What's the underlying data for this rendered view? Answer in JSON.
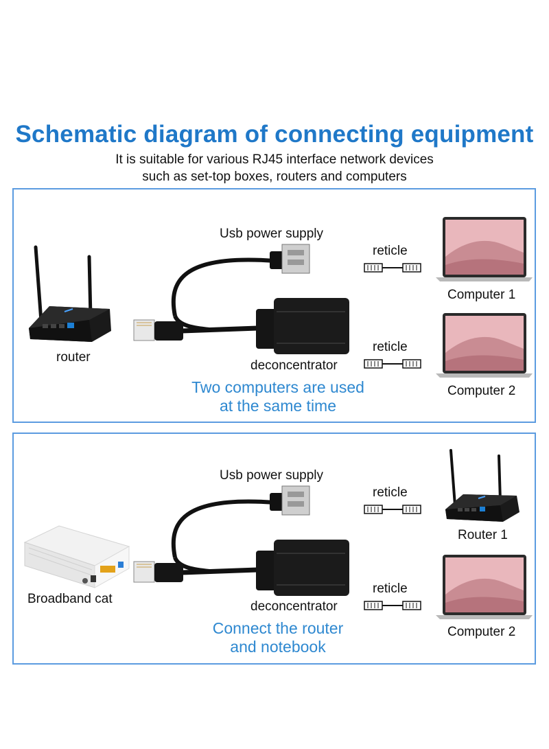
{
  "header": {
    "title": "Schematic diagram of connecting equipment",
    "subtitle_line1": "It is suitable for various RJ45 interface network devices",
    "subtitle_line2": "such as set-top boxes, routers and computers"
  },
  "panel1": {
    "source_label": "router",
    "power_label": "Usb power supply",
    "splitter_label": "deconcentrator",
    "cable_label_top": "reticle",
    "cable_label_bottom": "reticle",
    "device_top_label": "Computer 1",
    "device_bottom_label": "Computer 2",
    "caption_line1": "Two computers are used",
    "caption_line2": "at the same time"
  },
  "panel2": {
    "source_label": "Broadband cat",
    "power_label": "Usb power supply",
    "splitter_label": "deconcentrator",
    "cable_label_top": "reticle",
    "cable_label_bottom": "reticle",
    "device_top_label": "Router 1",
    "device_bottom_label": "Computer 2",
    "caption_line1": "Connect the router",
    "caption_line2": "and notebook"
  },
  "colors": {
    "title_blue": "#1f78c8",
    "caption_blue": "#2e88d0",
    "panel_border": "#5b9be0"
  }
}
